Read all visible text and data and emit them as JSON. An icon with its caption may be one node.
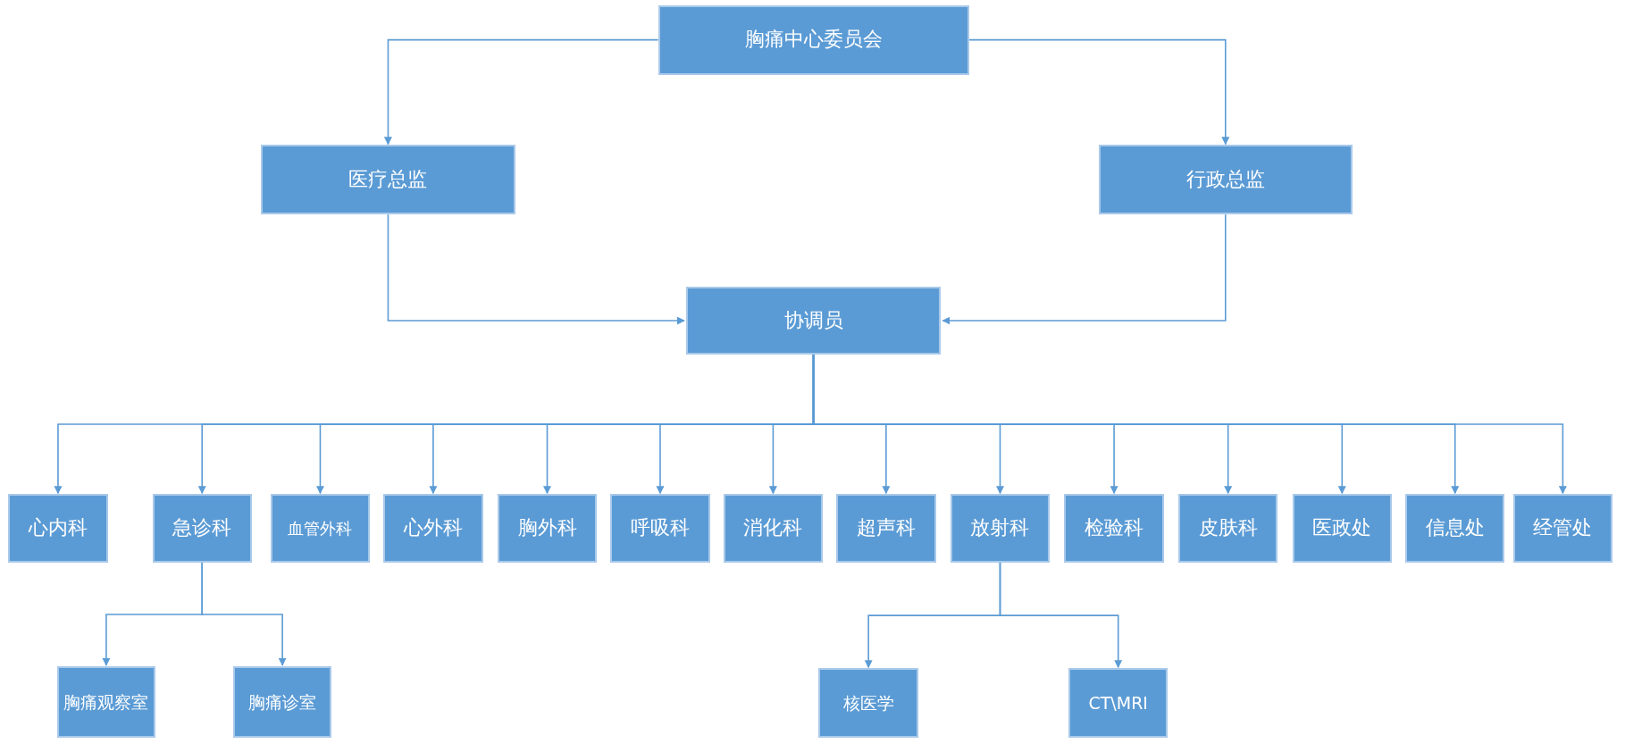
{
  "diagram": {
    "nodes": [
      {
        "text": [
          "胸痛中心委员会"
        ]
      },
      {
        "text": [
          "医疗总监"
        ]
      },
      {
        "text": [
          "行政总监"
        ]
      },
      {
        "text": [
          "协调员"
        ]
      },
      {
        "text": [
          "心内科"
        ]
      },
      {
        "text": [
          "急诊科"
        ]
      },
      {
        "text": [
          "血管外科"
        ]
      },
      {
        "text": [
          "心外科"
        ]
      },
      {
        "text": [
          "胸外科"
        ]
      },
      {
        "text": [
          "呼吸科"
        ]
      },
      {
        "text": [
          "消化科"
        ]
      },
      {
        "text": [
          "超声科"
        ]
      },
      {
        "text": [
          "放射科"
        ]
      },
      {
        "text": [
          "检验科"
        ]
      },
      {
        "text": [
          "皮肤科"
        ]
      },
      {
        "text": [
          "医政处"
        ]
      },
      {
        "text": [
          "信息处"
        ]
      },
      {
        "text": [
          "经管处"
        ]
      },
      {
        "text": [
          "胸痛观察室"
        ]
      },
      {
        "text": [
          "胸痛诊室"
        ]
      },
      {
        "text": [
          "核医学"
        ]
      },
      {
        "text": [
          "CT\\MRI"
        ]
      }
    ],
    "edges": [
      {
        "from": 0,
        "to": 1,
        "arrow": "to"
      },
      {
        "from": 0,
        "to": 2,
        "arrow": "to"
      },
      {
        "from": 1,
        "to": 3,
        "arrow": "to"
      },
      {
        "from": 2,
        "to": 3,
        "arrow": "to"
      },
      {
        "from": 3,
        "to": 4,
        "arrow": "to"
      },
      {
        "from": 3,
        "to": 5,
        "arrow": "to"
      },
      {
        "from": 3,
        "to": 6,
        "arrow": "to"
      },
      {
        "from": 3,
        "to": 7,
        "arrow": "to"
      },
      {
        "from": 3,
        "to": 8,
        "arrow": "to"
      },
      {
        "from": 3,
        "to": 9,
        "arrow": "to"
      },
      {
        "from": 3,
        "to": 10,
        "arrow": "to"
      },
      {
        "from": 3,
        "to": 11,
        "arrow": "to"
      },
      {
        "from": 3,
        "to": 12,
        "arrow": "to"
      },
      {
        "from": 3,
        "to": 13,
        "arrow": "to"
      },
      {
        "from": 3,
        "to": 14,
        "arrow": "to"
      },
      {
        "from": 3,
        "to": 15,
        "arrow": "to"
      },
      {
        "from": 3,
        "to": 16,
        "arrow": "to"
      },
      {
        "from": 3,
        "to": 17,
        "arrow": "to"
      },
      {
        "from": 5,
        "to": 18,
        "arrow": "to"
      },
      {
        "from": 5,
        "to": 19,
        "arrow": "to"
      },
      {
        "from": 12,
        "to": 20,
        "arrow": "to"
      },
      {
        "from": 12,
        "to": 21,
        "arrow": "to"
      }
    ]
  }
}
